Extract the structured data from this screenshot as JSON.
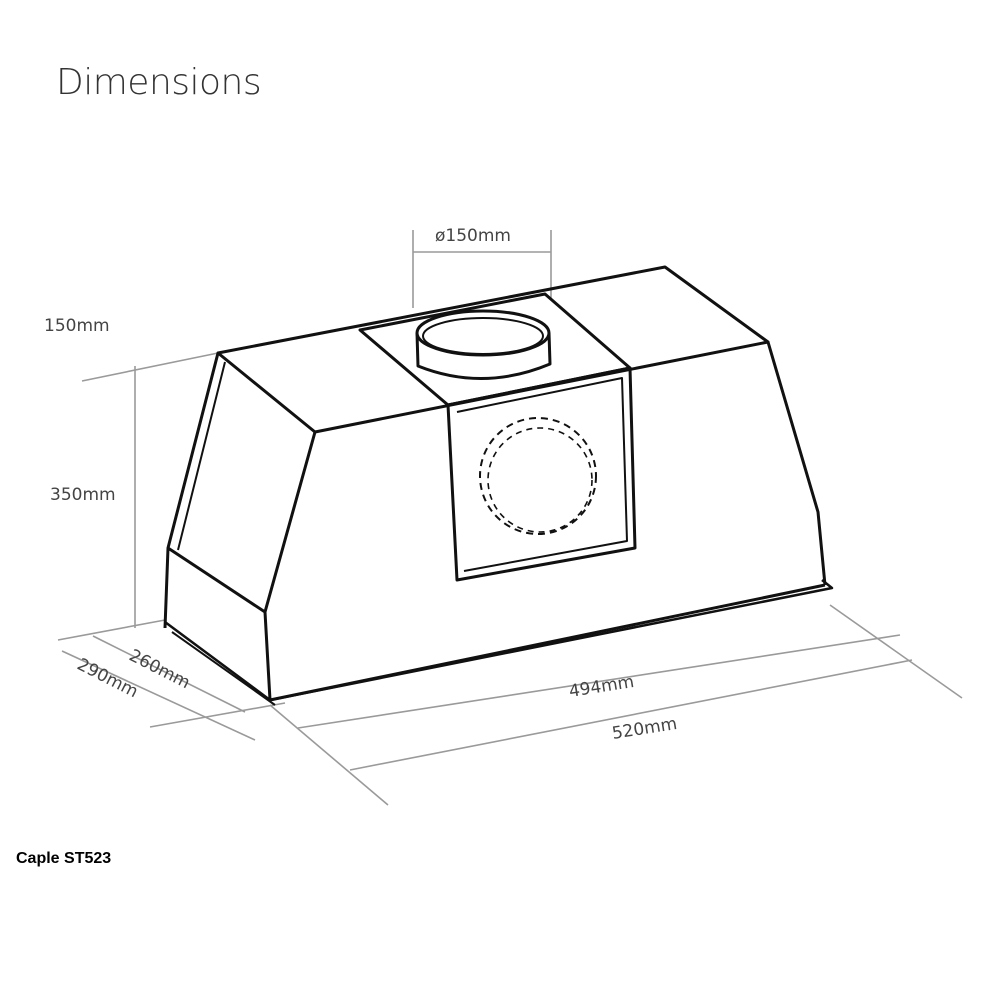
{
  "title": "Dimensions",
  "caption": "Caple ST523",
  "colors": {
    "outline": "#111111",
    "dimension_line": "#9a9a9a",
    "label": "#444444"
  },
  "dimensions": {
    "duct_diameter": "ø150mm",
    "top_height": "150mm",
    "body_height": "350mm",
    "inner_depth": "260mm",
    "outer_depth": "290mm",
    "inner_width": "494mm",
    "outer_width": "520mm"
  }
}
